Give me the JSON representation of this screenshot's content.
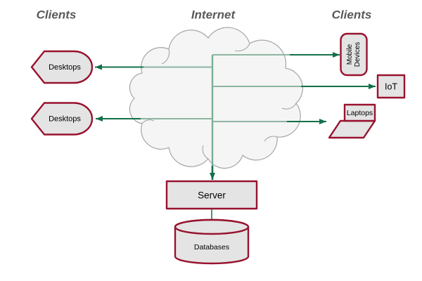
{
  "diagram": {
    "titles": {
      "clients_left": "Clients",
      "internet": "Internet",
      "clients_right": "Clients"
    },
    "nodes": {
      "desktops_top": {
        "label": "Desktops"
      },
      "desktops_bottom": {
        "label": "Desktops"
      },
      "mobile_devices": {
        "label": "Mobile Devices",
        "line1": "Mobile",
        "line2": "Devices"
      },
      "iot": {
        "label": "IoT"
      },
      "laptops": {
        "label": "Laptops"
      },
      "server": {
        "label": "Server"
      },
      "databases": {
        "label": "Databases"
      }
    },
    "colors": {
      "node_border": "#98122E",
      "node_fill": "#E4E4E4",
      "arrow_dark": "#13704A",
      "arrow_light": "#8CB5A2",
      "trunk_light": "#79AE95",
      "cloud_fill": "#F5F5F5",
      "cloud_stroke": "#A6A6A6",
      "title_text": "#595959"
    }
  }
}
